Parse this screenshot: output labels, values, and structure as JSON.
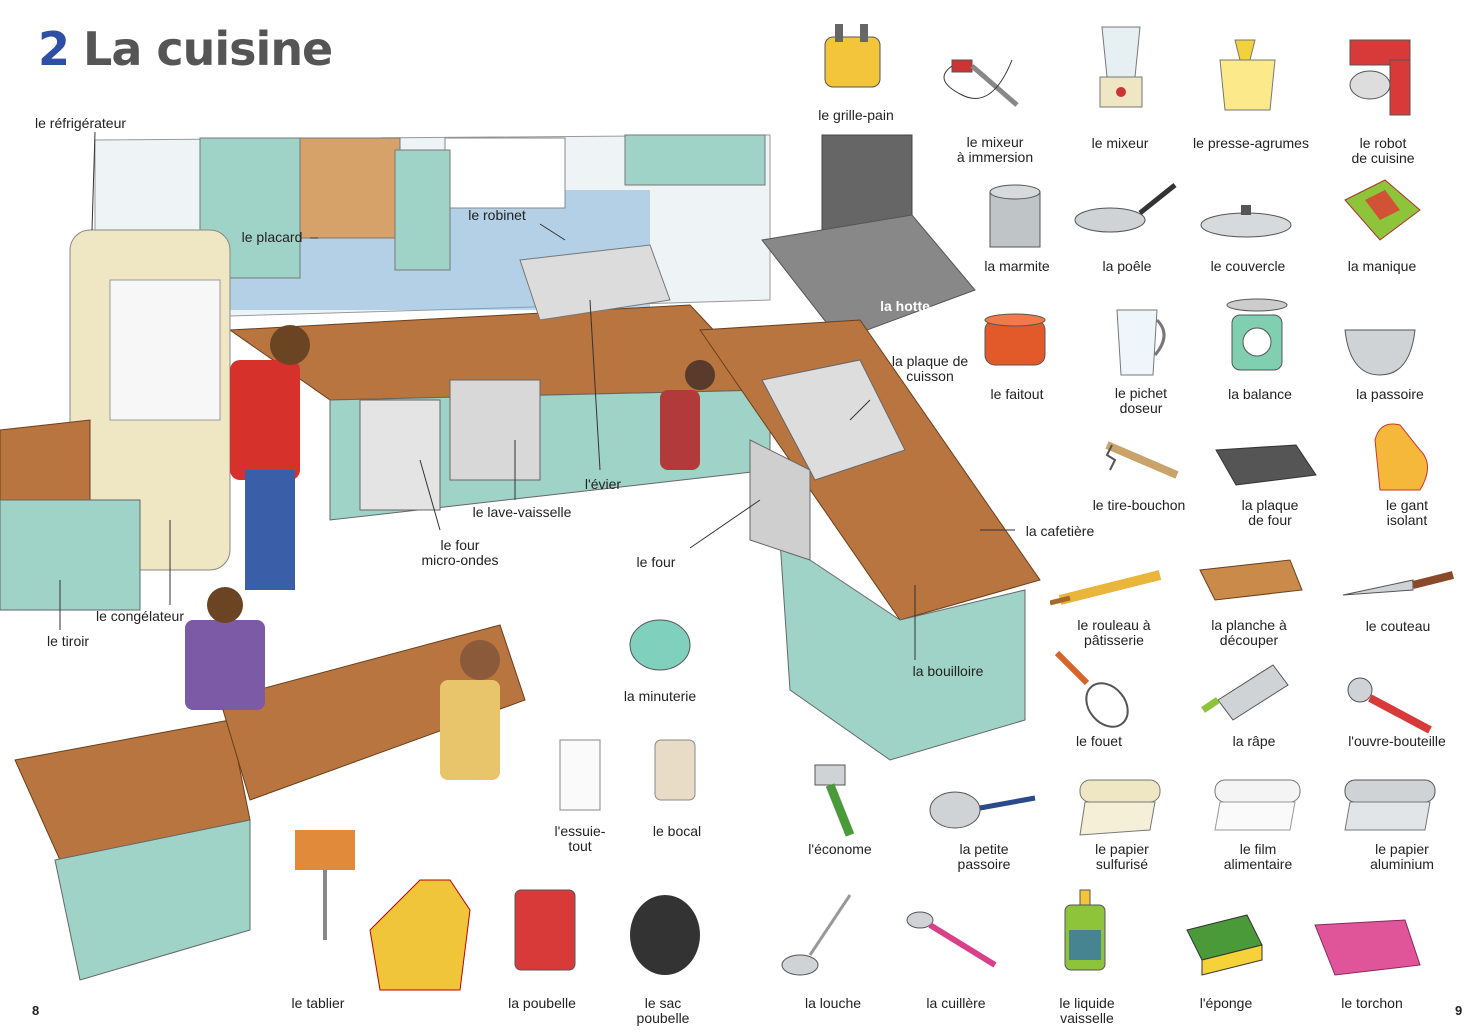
{
  "title": {
    "number": "2",
    "text": "La cuisine"
  },
  "page_numbers": {
    "left": "8",
    "right": "9"
  },
  "scene_labels": [
    {
      "name": "fridge",
      "text": "le réfrigérateur"
    },
    {
      "name": "cupboard",
      "text": "le placard"
    },
    {
      "name": "tap",
      "text": "le robinet"
    },
    {
      "name": "hood",
      "text": "la hotte"
    },
    {
      "name": "hob",
      "text": "la plaque de\ncuisson"
    },
    {
      "name": "sink",
      "text": "l'évier"
    },
    {
      "name": "dishwasher",
      "text": "le lave-vaisselle"
    },
    {
      "name": "microwave",
      "text": "le four\nmicro-ondes"
    },
    {
      "name": "oven",
      "text": "le four"
    },
    {
      "name": "coffee-maker",
      "text": "la cafetière"
    },
    {
      "name": "kettle",
      "text": "la bouilloire"
    },
    {
      "name": "freezer",
      "text": "le congélateur"
    },
    {
      "name": "drawer",
      "text": "le tiroir"
    },
    {
      "name": "timer",
      "text": "la minuterie"
    },
    {
      "name": "paper-towel",
      "text": "l'essuie-\ntout"
    },
    {
      "name": "jar",
      "text": "le bocal"
    },
    {
      "name": "apron",
      "text": "le tablier"
    },
    {
      "name": "bin",
      "text": "la poubelle"
    },
    {
      "name": "bin-bag",
      "text": "le sac\npoubelle"
    }
  ],
  "items": [
    {
      "name": "toaster",
      "text": "le grille-pain"
    },
    {
      "name": "hand-blender",
      "text": "le mixeur\nà immersion"
    },
    {
      "name": "blender",
      "text": "le mixeur"
    },
    {
      "name": "juicer",
      "text": "le presse-agrumes"
    },
    {
      "name": "food-processor",
      "text": "le robot\nde cuisine"
    },
    {
      "name": "stockpot",
      "text": "la marmite"
    },
    {
      "name": "frying-pan",
      "text": "la poêle"
    },
    {
      "name": "lid",
      "text": "le couvercle"
    },
    {
      "name": "potholder",
      "text": "la manique"
    },
    {
      "name": "casserole",
      "text": "le faitout"
    },
    {
      "name": "measuring-jug",
      "text": "le pichet\ndoseur"
    },
    {
      "name": "scale",
      "text": "la balance"
    },
    {
      "name": "colander",
      "text": "la passoire"
    },
    {
      "name": "corkscrew",
      "text": "le tire-bouchon"
    },
    {
      "name": "baking-tray",
      "text": "la plaque\nde four"
    },
    {
      "name": "oven-glove",
      "text": "le gant\nisolant"
    },
    {
      "name": "rolling-pin",
      "text": "le rouleau à\npâtisserie"
    },
    {
      "name": "chopping-board",
      "text": "la planche à\ndécouper"
    },
    {
      "name": "knife",
      "text": "le couteau"
    },
    {
      "name": "whisk",
      "text": "le fouet"
    },
    {
      "name": "grater",
      "text": "la râpe"
    },
    {
      "name": "bottle-opener",
      "text": "l'ouvre-bouteille"
    },
    {
      "name": "peeler",
      "text": "l'économe"
    },
    {
      "name": "sieve",
      "text": "la petite\npassoire"
    },
    {
      "name": "baking-paper",
      "text": "le papier\nsulfurisé"
    },
    {
      "name": "cling-film",
      "text": "le film\nalimentaire"
    },
    {
      "name": "foil",
      "text": "le papier\naluminium"
    },
    {
      "name": "ladle",
      "text": "la louche"
    },
    {
      "name": "spoon",
      "text": "la cuillère"
    },
    {
      "name": "washing-up-liquid",
      "text": "le liquide\nvaisselle"
    },
    {
      "name": "sponge",
      "text": "l'éponge"
    },
    {
      "name": "tea-towel",
      "text": "le torchon"
    }
  ],
  "colors": {
    "title_number": "#2e4fa3",
    "title_text": "#555555",
    "counter": "#b8753f",
    "cabinet": "#9fd3c7",
    "wall_tile": "#6aa6d8"
  }
}
